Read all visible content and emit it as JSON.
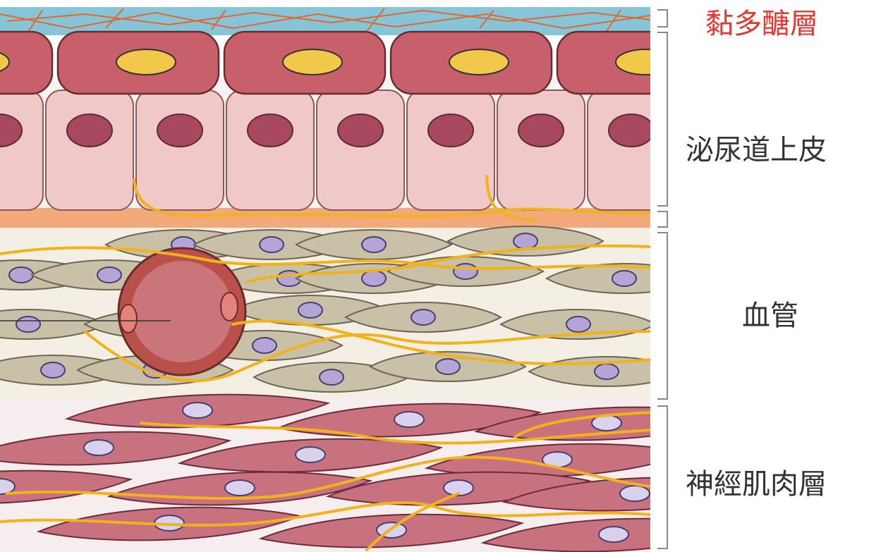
{
  "labels": {
    "glycocalyx": "黏多醣層",
    "urothelium": "泌尿道上皮",
    "blood_vessel": "血管",
    "nerve_muscle": "神經肌肉層"
  },
  "colors": {
    "glycocalyx_label": "#e8372c",
    "label": "#333333",
    "glycocalyx_layer": "#86c5d8",
    "umbrella_cell": "#c7606b",
    "umbrella_nucleus": "#f2c84b",
    "urothelial_cell": "#f0c8c8",
    "urothelial_nucleus": "#a8485f",
    "basement": "#f4a97a",
    "stroma_background": "#f4efe4",
    "fibroblast": "#c9c0a8",
    "fibroblast_nucleus": "#b3a5d6",
    "blood_vessel": "#b9504a",
    "muscle_cell": "#c7727e",
    "muscle_nucleus": "#d9d2ef",
    "nerve_fiber": "#f2b21b",
    "capillary_fiber": "#e4662f",
    "bracket": "#888888"
  }
}
